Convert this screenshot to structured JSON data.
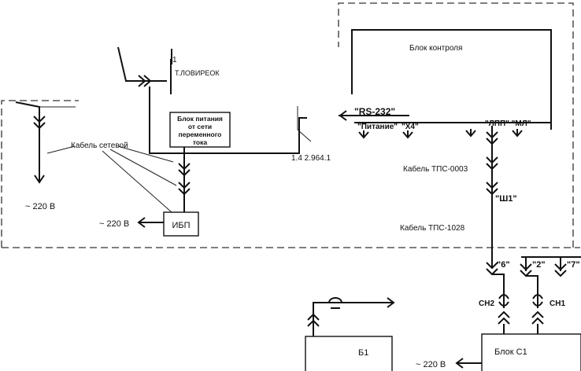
{
  "labels": {
    "block1_number": "1",
    "block1_fragment": "Т.ЛОВИРЕОК",
    "power_unit_line1": "Блок питания",
    "power_unit_line2": "от сети",
    "power_unit_line3": "переменного",
    "power_unit_line4": "тока",
    "ups": "ИБП",
    "mains_220_left": "~ 220 В",
    "mains_220_ups": "~ 220 В",
    "mains_220_bottom": "~ 220 В",
    "cable_fragment_left": "Кабель сетевой",
    "cable_code_mid": "1.4 2.964.1",
    "rs232": "\"RS-232\"",
    "power_port": "\"Питание\"",
    "port_x4": "\"Х4\"",
    "port_right": "\"ЛПП\" \"МЛ\"",
    "top_right_text": "Блок контроля",
    "cable_upper": "Кабель ТПС-0003",
    "connector_sh1": "\"Ш1\"",
    "cable_lower": "Кабель ТПС-1028",
    "port_6": "\"6\"",
    "port_2": "\"2\"",
    "port_7": "\"7\"",
    "ch2": "СН2",
    "ch1": "СН1",
    "bottom_left_block": "Б1",
    "bottom_right_block": "Блок С1"
  }
}
